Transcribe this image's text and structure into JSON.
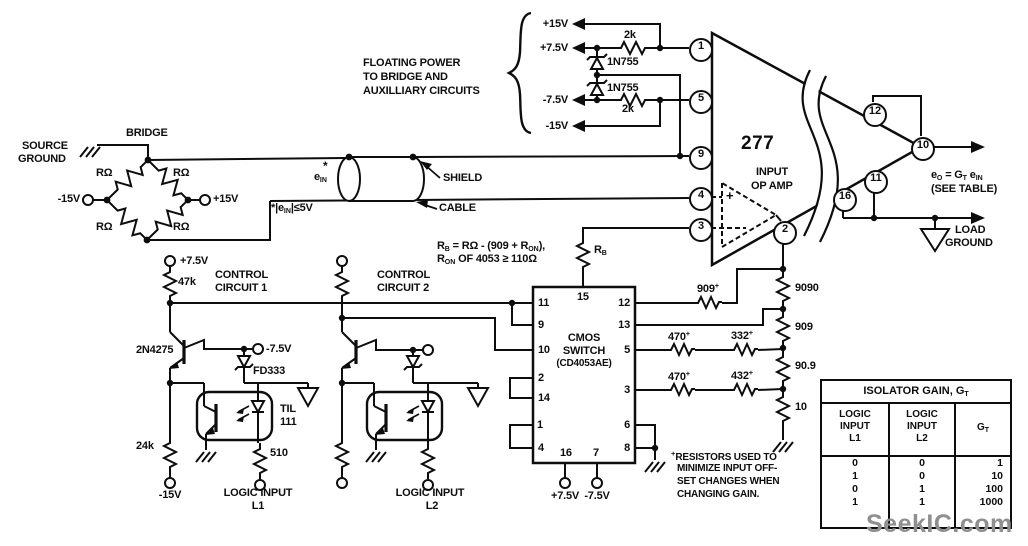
{
  "power": {
    "brace_lines": [
      "FLOATING POWER",
      "TO BRIDGE AND",
      "AUXILLIARY CIRCUITS"
    ],
    "taps": {
      "p15": "+15V",
      "p75": "+7.5V",
      "m75": "-7.5V",
      "m15": "-15V"
    },
    "r_top": "2k",
    "r_bot": "2k",
    "zener1": "1N755",
    "zener2": "1N755"
  },
  "bridge": {
    "label": "BRIDGE",
    "source_ground": [
      "SOURCE",
      "GROUND"
    ],
    "r_tl": "RΩ",
    "r_tr": "RΩ",
    "r_bl": "RΩ",
    "r_br": "RΩ",
    "neg": "-15V",
    "pos": "+15V"
  },
  "cable": {
    "shield": "SHIELD",
    "cable": "CABLE",
    "ein_star": "*",
    "ein": [
      "e",
      "IN"
    ],
    "limit": [
      "*|e",
      "IN",
      "|≤5V"
    ]
  },
  "amp": {
    "part": "277",
    "inner": [
      "INPUT",
      "OP AMP"
    ],
    "plus": "+",
    "pins": {
      "p1": "1",
      "p5": "5",
      "p9": "9",
      "p4": "4",
      "p3": "3",
      "p2": "2",
      "p12": "12",
      "p10": "10",
      "p11": "11",
      "p16": "16"
    }
  },
  "output": {
    "formula": [
      "e",
      "O",
      " = G",
      "T",
      " e",
      "IN"
    ],
    "see_table": "(SEE TABLE)",
    "load_ground": [
      "LOAD",
      "GROUND"
    ]
  },
  "cc1": {
    "supply": "+7.5V",
    "r_pullup": "47k",
    "title": [
      "CONTROL",
      "CIRCUIT 1"
    ],
    "transistor": "2N4275",
    "neg_supply": "-7.5V",
    "diode": "FD333",
    "opto": [
      "TIL",
      "111"
    ],
    "r_lower": "24k",
    "r_led": "510",
    "neg15": "-15V",
    "logic": [
      "LOGIC INPUT",
      "L1"
    ]
  },
  "cc2": {
    "title": [
      "CONTROL",
      "CIRCUIT 2"
    ],
    "logic": [
      "LOGIC INPUT",
      "L2"
    ]
  },
  "rb": {
    "line1": [
      "R",
      "B",
      " = RΩ - (909 + R",
      "ON",
      "),"
    ],
    "line2": [
      "R",
      "ON",
      " OF 4053 ≥ 110Ω"
    ],
    "label": [
      "R",
      "B"
    ]
  },
  "cmos": {
    "name": [
      "CMOS",
      "SWITCH",
      "(CD4053AE)"
    ],
    "pins": {
      "t15": "15",
      "l11": "11",
      "l9": "9",
      "l10": "10",
      "l2": "2",
      "l14": "14",
      "l1": "1",
      "l4": "4",
      "r12": "12",
      "r13": "13",
      "r5": "5",
      "r3": "3",
      "r6": "6",
      "r8": "8",
      "b16": "16",
      "b7": "7"
    },
    "vp": "+7.5V",
    "vm": "-7.5V"
  },
  "network": {
    "r909": [
      "909",
      "+"
    ],
    "r470a": [
      "470",
      "+"
    ],
    "r332": [
      "332",
      "+"
    ],
    "r470b": [
      "470",
      "+"
    ],
    "r432": [
      "432",
      "+"
    ],
    "c1": "9090",
    "c2": "909",
    "c3": "90.9",
    "c4": "10"
  },
  "note": {
    "sup": "+",
    "lines": [
      "RESISTORS USED TO",
      "MINIMIZE INPUT OFF-",
      "SET CHANGES WHEN",
      "CHANGING GAIN."
    ]
  },
  "table": {
    "title": [
      "ISOLATOR GAIN, G",
      "T"
    ],
    "col1": [
      "LOGIC",
      "INPUT",
      "L1"
    ],
    "col2": [
      "LOGIC",
      "INPUT",
      "L2"
    ],
    "col3": [
      "G",
      "T"
    ],
    "rows": [
      [
        "0",
        "0",
        "1"
      ],
      [
        "1",
        "0",
        "10"
      ],
      [
        "0",
        "1",
        "100"
      ],
      [
        "1",
        "1",
        "1000"
      ]
    ]
  },
  "watermark": "SeekIC.com"
}
